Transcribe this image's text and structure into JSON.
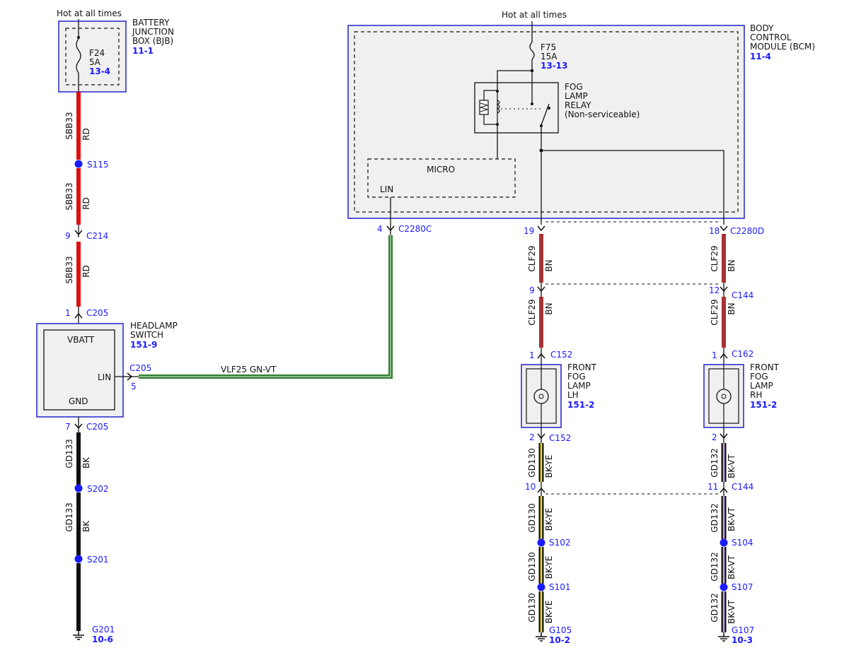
{
  "colors": {
    "red_wire": "#e01010",
    "brown_wire": "#a83232",
    "black_wire": "#111111",
    "green_wire": "#2e7d32",
    "yellow_stripe": "#f0e020",
    "violet_stripe": "#c8a0e0",
    "splice": "#1a1aff",
    "component_outline": "#2222cc",
    "component_fill": "#f0f0f0"
  },
  "labels": {
    "hot_left": "Hot at all times",
    "hot_bcm": "Hot at all times",
    "bjb": {
      "l1": "BATTERY",
      "l2": "JUNCTION",
      "l3": "BOX (BJB)",
      "ref": "11-1"
    },
    "f24": {
      "name": "F24",
      "amp": "5A",
      "ref": "13-4"
    },
    "bcm": {
      "l1": "BODY",
      "l2": "CONTROL",
      "l3": "MODULE (BCM)",
      "ref": "11-4"
    },
    "f75": {
      "name": "F75",
      "amp": "15A",
      "ref": "13-13"
    },
    "relay": {
      "l1": "FOG",
      "l2": "LAMP",
      "l3": "RELAY",
      "l4": "(Non-serviceable)"
    },
    "micro": "MICRO",
    "lin_bcm": "LIN",
    "headlamp": {
      "l1": "HEADLAMP",
      "l2": "SWITCH",
      "ref": "151-9",
      "vbatt": "VBATT",
      "lin": "LIN",
      "gnd": "GND"
    },
    "fog_lh": {
      "l1": "FRONT",
      "l2": "FOG",
      "l3": "LAMP",
      "l4": "LH",
      "ref": "151-2"
    },
    "fog_rh": {
      "l1": "FRONT",
      "l2": "FOG",
      "l3": "LAMP",
      "l4": "RH",
      "ref": "151-2"
    },
    "g201": {
      "name": "G201",
      "ref": "10-6"
    },
    "g105": {
      "name": "G105",
      "ref": "10-2"
    },
    "g107": {
      "name": "G107",
      "ref": "10-3"
    }
  },
  "wires": {
    "sbb33_circuit": "SBB33",
    "sbb33_color": "RD",
    "gd133_circuit": "GD133",
    "gd133_color": "BK",
    "vlf25": "VLF25   GN-VT",
    "clf29_circuit": "CLF29",
    "clf29_color": "BN",
    "gd130_circuit": "GD130",
    "gd130_color": "BK-YE",
    "gd132_circuit": "GD132",
    "gd132_color": "BK-VT"
  },
  "connectors": {
    "s115": "S115",
    "c214": "C214",
    "c214_pin": "9",
    "c205_top": "C205",
    "c205_top_pin": "1",
    "c205_lin": "C205",
    "c205_lin_pin": "5",
    "c205_gnd": "C205",
    "c205_gnd_pin": "7",
    "s202": "S202",
    "s201": "S201",
    "c2280c": "C2280C",
    "c2280c_pin": "4",
    "c2280d": "C2280D",
    "c2280d_pin_l": "19",
    "c2280d_pin_r": "18",
    "c144_top": "C144",
    "c144_top_pin_l": "9",
    "c144_top_pin_r": "12",
    "c152_top": "C152",
    "c152_top_pin": "1",
    "c162_top": "C162",
    "c162_top_pin": "1",
    "c152_bot": "C152",
    "c152_bot_pin": "2",
    "c162_bot_pin": "2",
    "c144_bot": "C144",
    "c144_bot_pin_l": "10",
    "c144_bot_pin_r": "11",
    "s102": "S102",
    "s101": "S101",
    "s104": "S104",
    "s107": "S107"
  }
}
